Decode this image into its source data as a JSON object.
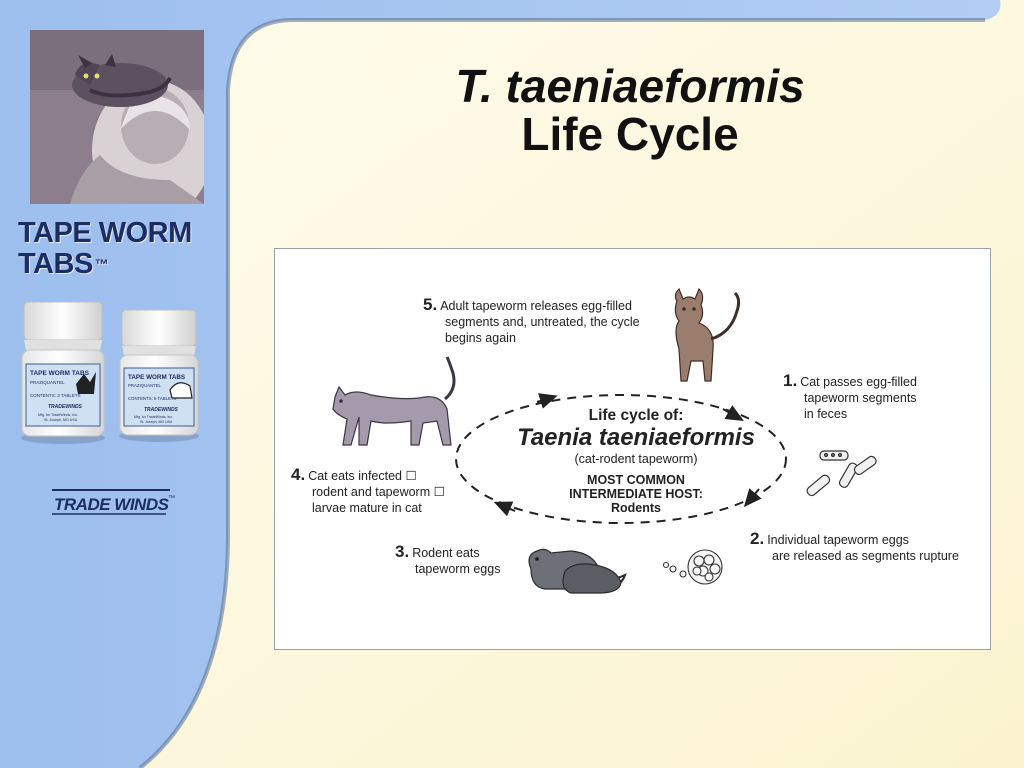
{
  "slide": {
    "title_line1": "T. taeniaeformis",
    "title_line2": "Life Cycle"
  },
  "sidebar": {
    "brand_line1": "TAPE WORM",
    "brand_line2": "TABS",
    "brand_tm": "™",
    "bottle_label_title": "TAPE WORM TABS",
    "bottle_label_drug": "PRAZIQUANTEL",
    "bottle1_contents": "CONTENTS: 3 TABLETS",
    "bottle2_contents": "CONTENTS: 5 TABLETS",
    "bottle_maker": "TRADEWINDS",
    "bottle_mfg": "Mfg. for TradeWinds, Inc.",
    "bottle_city": "St. Joseph, MO USA",
    "logo_text": "TRADE WINDS",
    "logo_tm": "™"
  },
  "colors": {
    "sidebar_blue": "#a9c6f0",
    "slide_background": "#fdf9e0",
    "brand_navy": "#1d2d63"
  },
  "diagram": {
    "center": {
      "heading": "Life cycle of:",
      "species": "Taenia taeniaeformis",
      "common_name": "(cat-rodent tapeworm)",
      "host_line1": "MOST COMMON",
      "host_line2": "INTERMEDIATE HOST:",
      "host_line3": "Rodents"
    },
    "steps": [
      {
        "num": "1.",
        "lines": [
          "Cat passes egg-filled",
          "tapeworm segments",
          "in feces"
        ]
      },
      {
        "num": "2.",
        "lines": [
          "Individual tapeworm eggs",
          "are released as segments rupture"
        ]
      },
      {
        "num": "3.",
        "lines": [
          "Rodent eats",
          "tapeworm eggs"
        ]
      },
      {
        "num": "4.",
        "lines": [
          "Cat eats infected ☐",
          "rodent and tapeworm ☐",
          "larvae mature in cat"
        ]
      },
      {
        "num": "5.",
        "lines": [
          "Adult tapeworm releases egg-filled",
          "segments and, untreated, the cycle",
          "begins again"
        ]
      }
    ]
  }
}
